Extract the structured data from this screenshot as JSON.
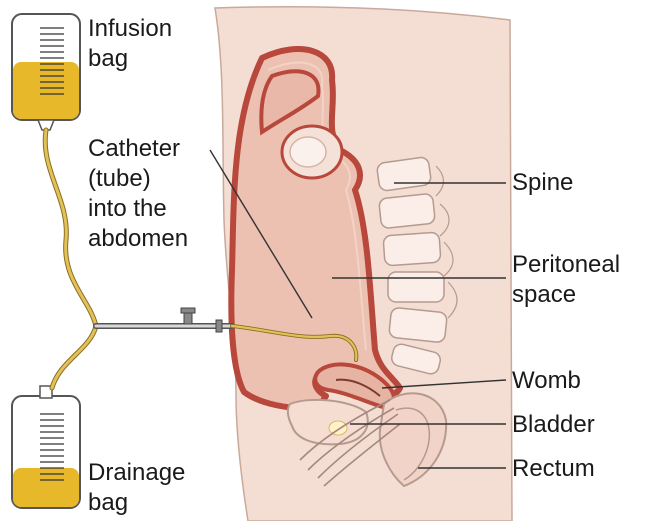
{
  "labels": {
    "infusion_bag": [
      "Infusion",
      "bag"
    ],
    "catheter": [
      "Catheter",
      "(tube)",
      "into the",
      "abdomen"
    ],
    "drainage_bag": [
      "Drainage",
      "bag"
    ],
    "spine": "Spine",
    "peritoneal_space": [
      "Peritoneal",
      "space"
    ],
    "womb": "Womb",
    "bladder": "Bladder",
    "rectum": "Rectum"
  },
  "colors": {
    "skin": "#f4ddd3",
    "peritoneum_fill": "#ecc1b2",
    "peritoneum_wall": "#b8473c",
    "fluid": "#e6b82a",
    "tube": "#c9a43a",
    "bag_outline": "#555555",
    "leader_line": "#333333"
  }
}
